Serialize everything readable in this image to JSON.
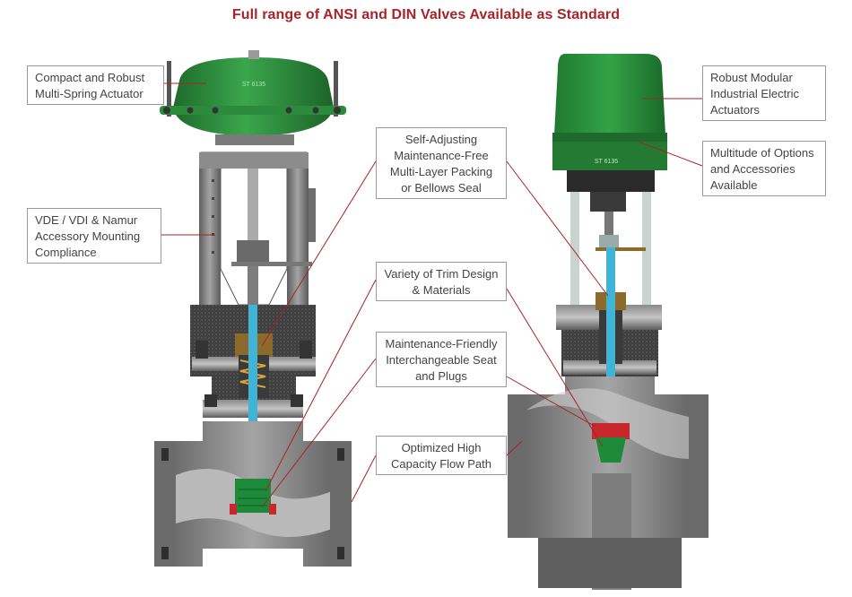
{
  "title": "Full range of ANSI and DIN Valves Available as Standard",
  "callouts": {
    "compact_actuator": [
      "Compact and Robust",
      "Multi-Spring Actuator"
    ],
    "robust_electric": [
      "Robust Modular",
      "Industrial Electric",
      "Actuators"
    ],
    "self_adjusting": [
      "Self-Adjusting",
      "Maintenance-Free",
      "Multi-Layer Packing",
      "or Bellows Seal"
    ],
    "multitude_options": [
      "Multitude of Options",
      "and Accessories",
      "Available"
    ],
    "vde_vdi": [
      "VDE / VDI & Namur",
      "Accessory Mounting",
      "Compliance"
    ],
    "trim_design": [
      "Variety of Trim Design",
      "& Materials"
    ],
    "seat_plugs": [
      "Maintenance-Friendly",
      "Interchangeable Seat",
      "and Plugs"
    ],
    "flow_path": [
      "Optimized High",
      "Capacity Flow Path"
    ]
  },
  "nameplate_left": "ST 6135",
  "nameplate_right": "ST 6135",
  "colors": {
    "title": "#a8232a",
    "leader": "#a8232a",
    "actuator_green": "#2e8b3d",
    "body_gray": "#7b7b7b",
    "stem_blue": "#3fb4d6",
    "packing_bronze": "#8c6a2c",
    "seat_red": "#c8272b"
  }
}
